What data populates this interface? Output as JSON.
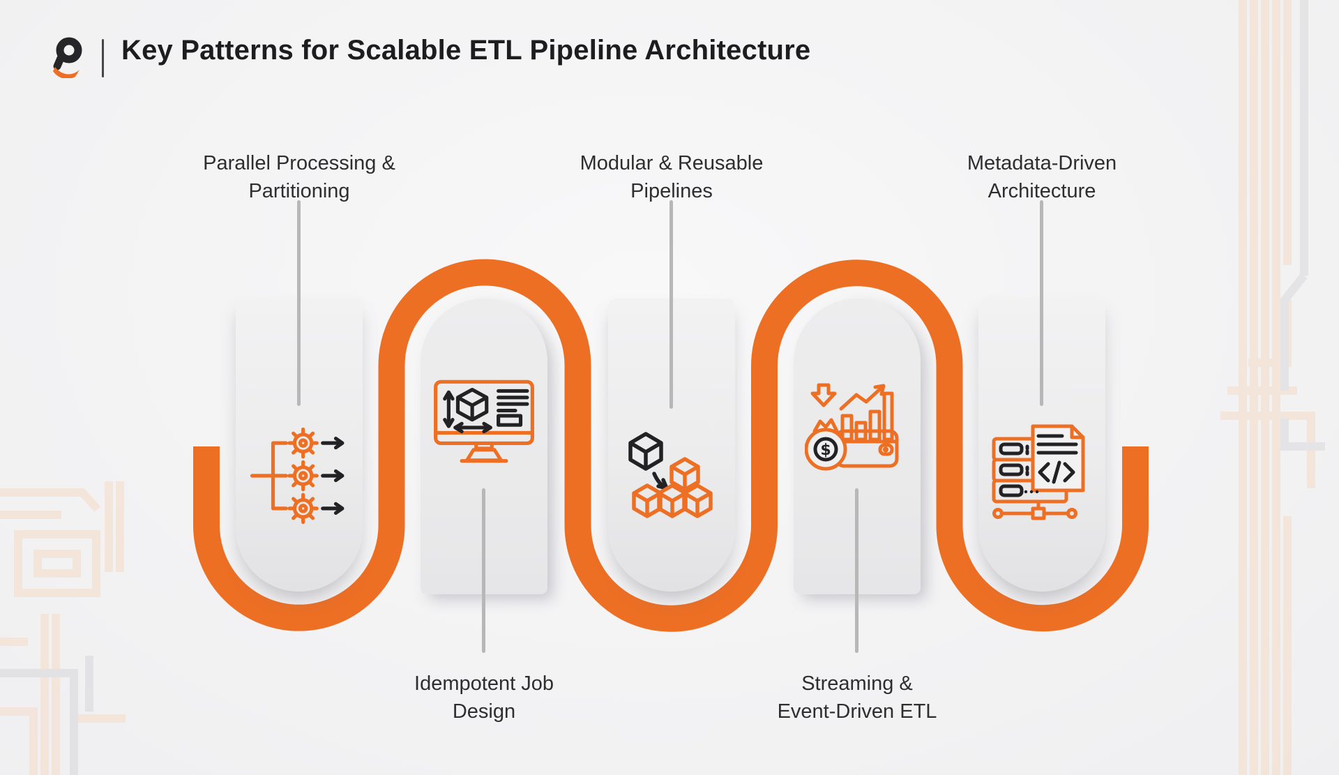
{
  "header": {
    "logo_icon": "q-swoosh-logo",
    "title": "Key Patterns for Scalable ETL Pipeline Architecture"
  },
  "patterns": [
    {
      "label_line1": "Parallel Processing &",
      "label_line2": "Partitioning",
      "label_position": "top",
      "icon": "parallel-gears-icon"
    },
    {
      "label_line1": "Idempotent Job",
      "label_line2": "Design",
      "label_position": "bottom",
      "icon": "monitor-cube-icon"
    },
    {
      "label_line1": "Modular & Reusable",
      "label_line2": "Pipelines",
      "label_position": "top",
      "icon": "stacked-cubes-icon"
    },
    {
      "label_line1": "Streaming &",
      "label_line2": "Event-Driven ETL",
      "label_position": "bottom",
      "icon": "money-analytics-icon"
    },
    {
      "label_line1": "Metadata-Driven",
      "label_line2": "Architecture",
      "label_position": "top",
      "icon": "server-code-icon"
    }
  ],
  "colors": {
    "accent_orange": "#ED6F24",
    "title_dark": "#1D1D1F",
    "label_gray": "#2E2E30",
    "card_light": "#ECECED",
    "connector_gray": "#B7B7B8",
    "decor_peach": "#F6DECC",
    "decor_gray": "#DCDCDE"
  }
}
